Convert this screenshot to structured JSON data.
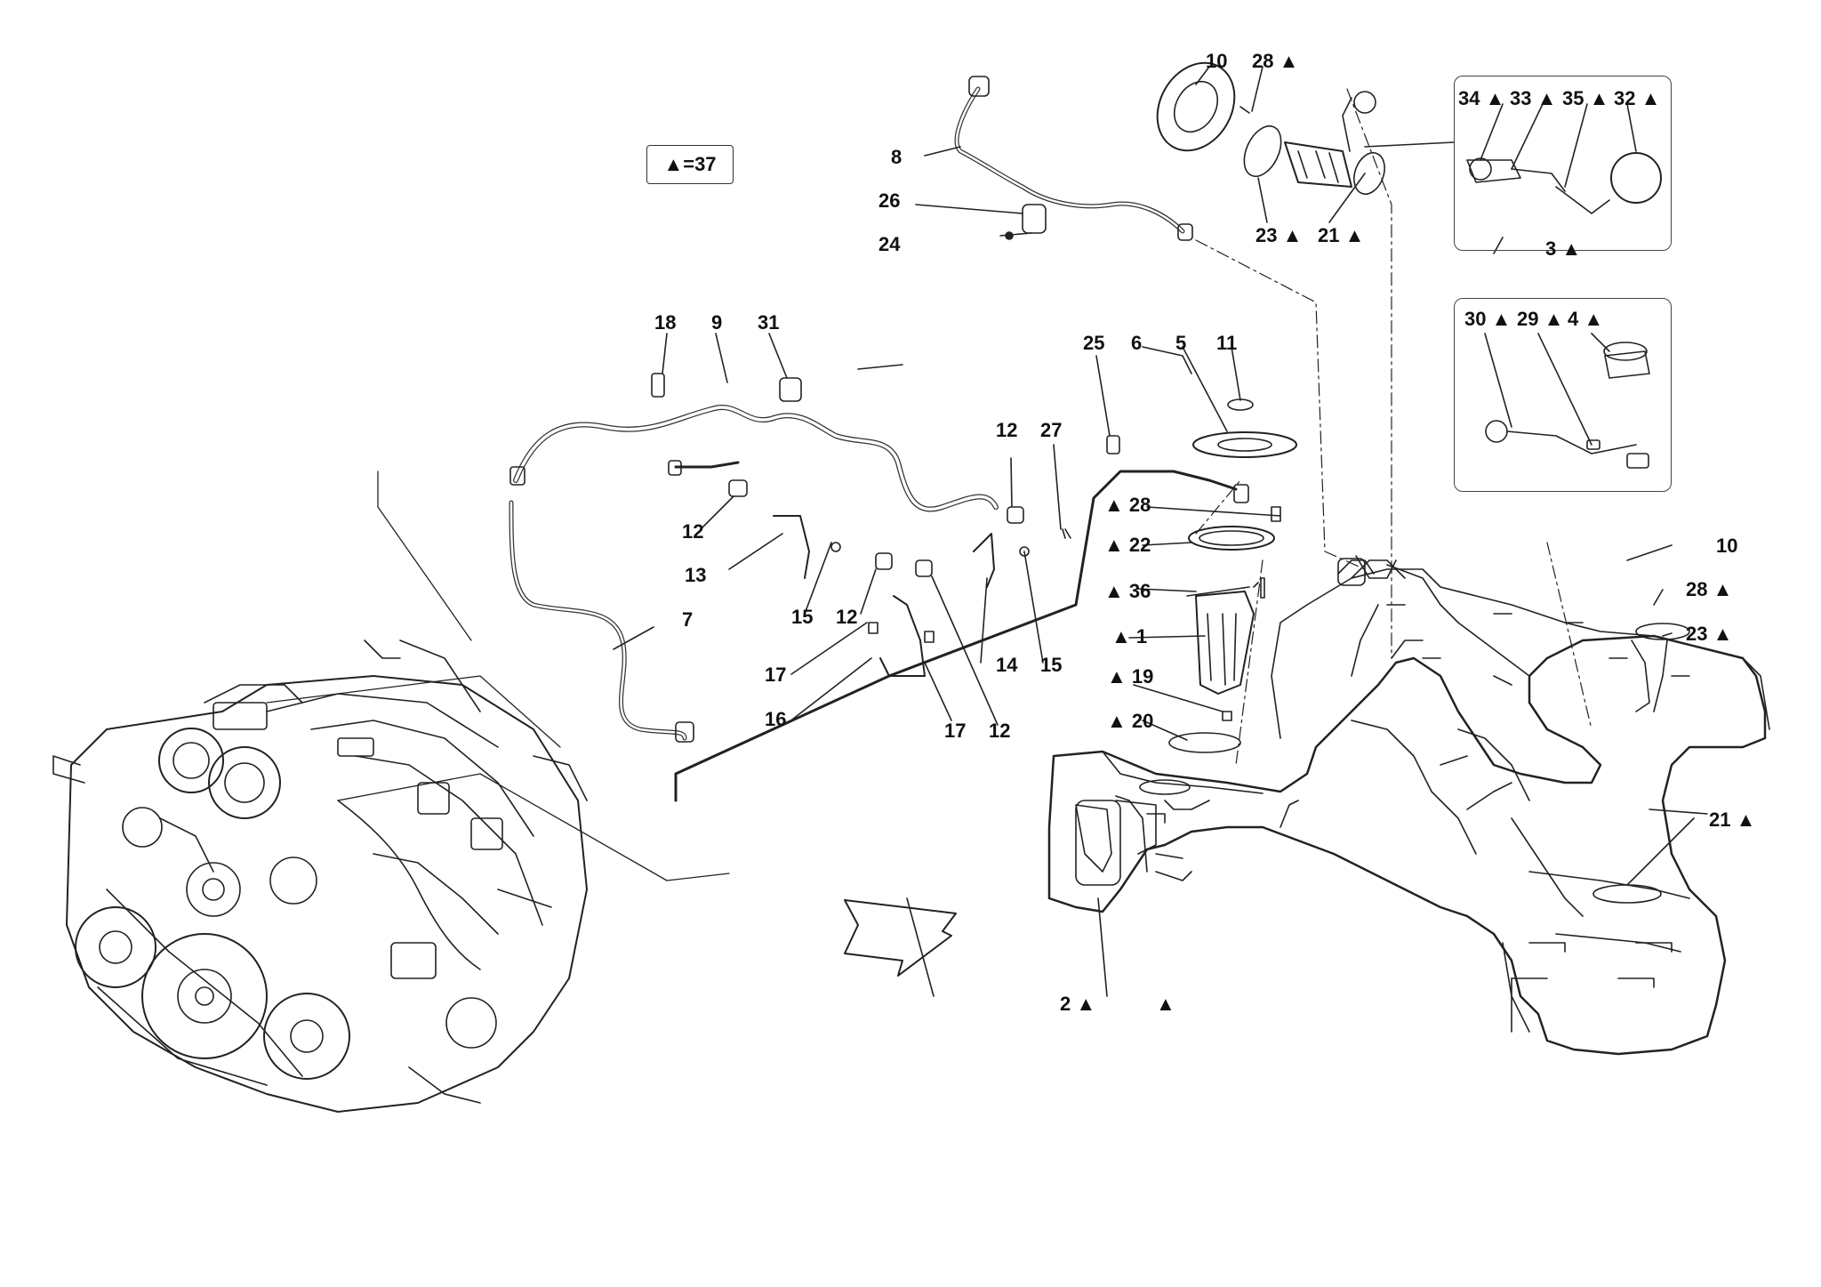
{
  "legend": {
    "text": "▲=37"
  },
  "callouts": [
    {
      "id": "c10a",
      "text": "10"
    },
    {
      "id": "c28a",
      "text": "28 ▲"
    },
    {
      "id": "c8",
      "text": "8"
    },
    {
      "id": "c26",
      "text": "26"
    },
    {
      "id": "c24",
      "text": "24"
    },
    {
      "id": "c23a",
      "text": "23 ▲"
    },
    {
      "id": "c21a",
      "text": "21 ▲"
    },
    {
      "id": "c34",
      "text": "34 ▲"
    },
    {
      "id": "c33",
      "text": "33 ▲"
    },
    {
      "id": "c35",
      "text": "35 ▲"
    },
    {
      "id": "c32",
      "text": "32 ▲"
    },
    {
      "id": "c3",
      "text": "3 ▲"
    },
    {
      "id": "c30",
      "text": "30 ▲"
    },
    {
      "id": "c29",
      "text": "29 ▲"
    },
    {
      "id": "c4",
      "text": "4 ▲"
    },
    {
      "id": "c18",
      "text": "18"
    },
    {
      "id": "c9",
      "text": "9"
    },
    {
      "id": "c31",
      "text": "31"
    },
    {
      "id": "c25",
      "text": "25"
    },
    {
      "id": "c6",
      "text": "6"
    },
    {
      "id": "c5",
      "text": "5"
    },
    {
      "id": "c11",
      "text": "11"
    },
    {
      "id": "c12a",
      "text": "12"
    },
    {
      "id": "c27",
      "text": "27"
    },
    {
      "id": "c28b",
      "text": "▲ 28"
    },
    {
      "id": "c22",
      "text": "▲ 22"
    },
    {
      "id": "c36",
      "text": "▲ 36"
    },
    {
      "id": "c1",
      "text": "▲ 1"
    },
    {
      "id": "c19",
      "text": "▲ 19"
    },
    {
      "id": "c20",
      "text": "▲ 20"
    },
    {
      "id": "c12b",
      "text": "12"
    },
    {
      "id": "c13",
      "text": "13"
    },
    {
      "id": "c15a",
      "text": "15"
    },
    {
      "id": "c12c",
      "text": "12"
    },
    {
      "id": "c7",
      "text": "7"
    },
    {
      "id": "c17a",
      "text": "17"
    },
    {
      "id": "c16",
      "text": "16"
    },
    {
      "id": "c17b",
      "text": "17"
    },
    {
      "id": "c12d",
      "text": "12"
    },
    {
      "id": "c14",
      "text": "14"
    },
    {
      "id": "c15b",
      "text": "15"
    },
    {
      "id": "c10b",
      "text": "10"
    },
    {
      "id": "c28c",
      "text": "28 ▲"
    },
    {
      "id": "c23b",
      "text": "23 ▲"
    },
    {
      "id": "c21b",
      "text": "21 ▲"
    },
    {
      "id": "c2",
      "text": "2 ▲"
    },
    {
      "id": "ctri",
      "text": "▲"
    }
  ]
}
